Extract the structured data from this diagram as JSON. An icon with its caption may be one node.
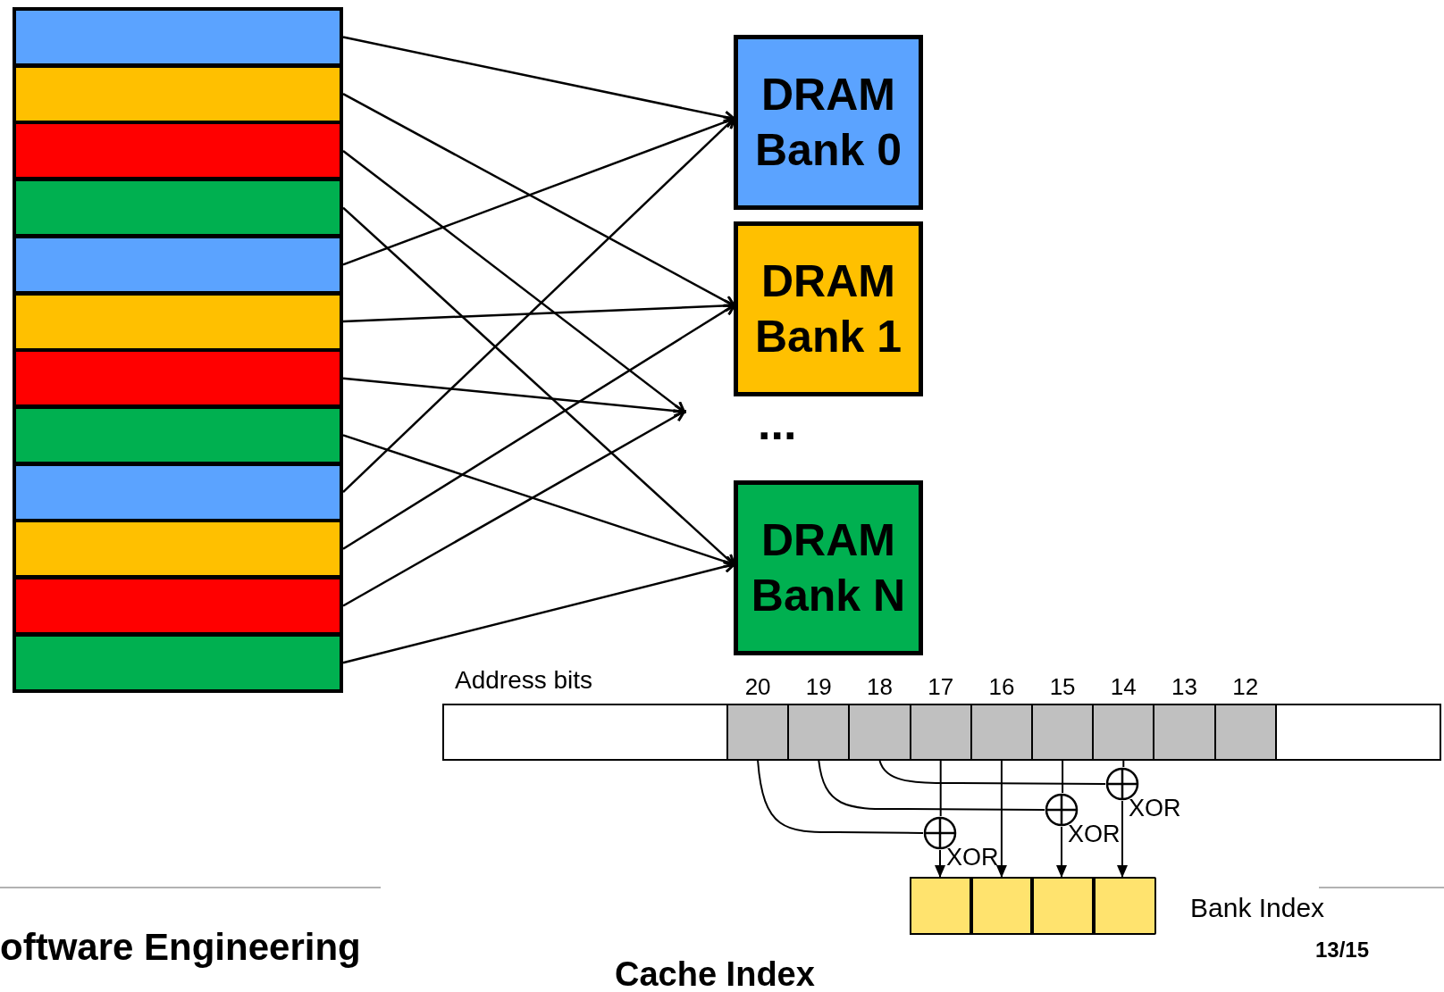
{
  "diagram": {
    "nodes": [
      {
        "text": [],
        "shape": "bar"
      },
      {
        "text": [],
        "shape": "bar"
      },
      {
        "text": [],
        "shape": "bar"
      },
      {
        "text": [],
        "shape": "bar"
      },
      {
        "text": [],
        "shape": "bar"
      },
      {
        "text": [],
        "shape": "bar"
      },
      {
        "text": [],
        "shape": "bar"
      },
      {
        "text": [],
        "shape": "bar"
      },
      {
        "text": [],
        "shape": "bar"
      },
      {
        "text": [],
        "shape": "bar"
      },
      {
        "text": [],
        "shape": "bar"
      },
      {
        "text": [],
        "shape": "bar"
      },
      {
        "text": [
          "DRAM Bank 0"
        ]
      },
      {
        "text": [
          "DRAM Bank 1"
        ]
      },
      {
        "text": [
          "DRAM Bank N"
        ]
      },
      {
        "text": [],
        "shape": "bar",
        "beside": [
          "Address bits"
        ]
      },
      {
        "text": [],
        "shape": "box",
        "in": 15,
        "beside": [
          "20"
        ]
      },
      {
        "text": [],
        "shape": "box",
        "in": 15,
        "beside": [
          "19"
        ]
      },
      {
        "text": [],
        "shape": "box",
        "in": 15,
        "beside": [
          "18"
        ]
      },
      {
        "text": [],
        "shape": "box",
        "in": 15,
        "beside": [
          "17"
        ]
      },
      {
        "text": [],
        "shape": "box",
        "in": 15,
        "beside": [
          "16"
        ]
      },
      {
        "text": [],
        "shape": "box",
        "in": 15,
        "beside": [
          "15"
        ]
      },
      {
        "text": [],
        "shape": "box",
        "in": 15,
        "beside": [
          "14"
        ]
      },
      {
        "text": [],
        "shape": "box",
        "in": 15,
        "beside": [
          "13"
        ]
      },
      {
        "text": [],
        "shape": "box",
        "in": 15,
        "beside": [
          "12"
        ]
      },
      {
        "text": [],
        "shape": "circle",
        "beside": [
          "XOR"
        ]
      },
      {
        "text": [],
        "shape": "circle",
        "beside": [
          "XOR"
        ]
      },
      {
        "text": [],
        "shape": "circle",
        "beside": [
          "XOR"
        ]
      },
      {
        "text": [],
        "shape": "bar",
        "beside": [
          "Bank Index"
        ]
      },
      {
        "text": [],
        "shape": "box",
        "in": 28
      },
      {
        "text": [],
        "shape": "box",
        "in": 28
      },
      {
        "text": [],
        "shape": "box",
        "in": 28
      },
      {
        "text": [],
        "shape": "box",
        "in": 28
      }
    ],
    "edges": [
      {
        "from": 0,
        "to": 12,
        "arrow": "to"
      },
      {
        "from": 1,
        "to": 13,
        "arrow": "to"
      },
      {
        "from": 2,
        "to": null,
        "arrow": "to"
      },
      {
        "from": 3,
        "to": 14,
        "arrow": "to"
      },
      {
        "from": 4,
        "to": 12,
        "arrow": "to"
      },
      {
        "from": 5,
        "to": 13,
        "arrow": "to"
      },
      {
        "from": 6,
        "to": null,
        "arrow": "to"
      },
      {
        "from": 7,
        "to": 14,
        "arrow": "to"
      },
      {
        "from": 8,
        "to": 12,
        "arrow": "to"
      },
      {
        "from": 9,
        "to": 13,
        "arrow": "to"
      },
      {
        "from": 10,
        "to": null,
        "arrow": "to"
      },
      {
        "from": 11,
        "to": 14,
        "arrow": "to"
      },
      {
        "from": 16,
        "to": 27,
        "arrow": "none"
      },
      {
        "from": 19,
        "to": 27,
        "arrow": "none"
      },
      {
        "from": 27,
        "to": 29,
        "arrow": "to"
      },
      {
        "from": 20,
        "to": 30,
        "arrow": "to"
      },
      {
        "from": 17,
        "to": 26,
        "arrow": "none"
      },
      {
        "from": 21,
        "to": 26,
        "arrow": "none"
      },
      {
        "from": 26,
        "to": 31,
        "arrow": "to"
      },
      {
        "from": 18,
        "to": 25,
        "arrow": "none"
      },
      {
        "from": 22,
        "to": 25,
        "arrow": "none"
      },
      {
        "from": 25,
        "to": 32,
        "arrow": "to"
      }
    ],
    "labels": [
      "...",
      "oftware Engineering",
      "13/15",
      "Cache Index"
    ]
  }
}
